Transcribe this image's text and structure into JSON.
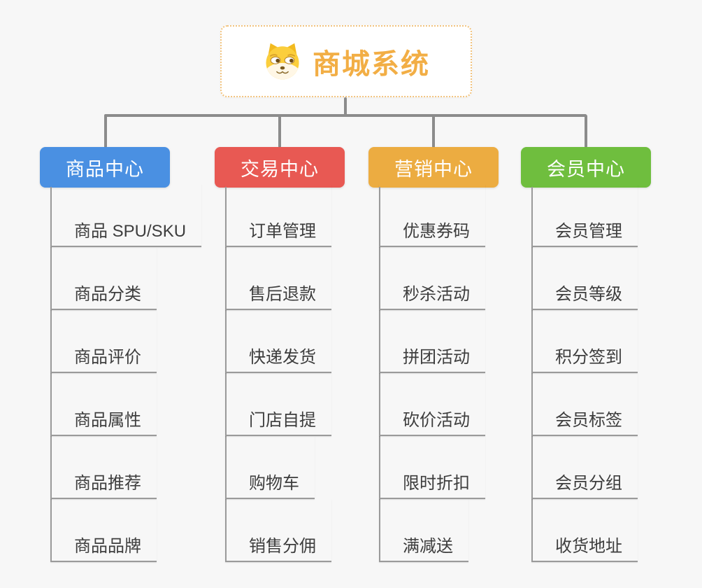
{
  "root": {
    "title": "商城系统",
    "icon": "dog-face-icon"
  },
  "colors": {
    "root_text": "#f2ae45",
    "root_border": "#f2c37d",
    "connector": "#8c8c8c",
    "item_text": "#3d3d3d",
    "underline": "#9a9a9a",
    "background": "#f7f7f7"
  },
  "branches": [
    {
      "label": "商品中心",
      "color": "#4a90e2",
      "items": [
        "商品 SPU/SKU",
        "商品分类",
        "商品评价",
        "商品属性",
        "商品推荐",
        "商品品牌"
      ]
    },
    {
      "label": "交易中心",
      "color": "#e85953",
      "items": [
        "订单管理",
        "售后退款",
        "快递发货",
        "门店自提",
        "购物车",
        "销售分佣"
      ]
    },
    {
      "label": "营销中心",
      "color": "#ecac41",
      "items": [
        "优惠券码",
        "秒杀活动",
        "拼团活动",
        "砍价活动",
        "限时折扣",
        "满减送"
      ]
    },
    {
      "label": "会员中心",
      "color": "#6fbe3e",
      "items": [
        "会员管理",
        "会员等级",
        "积分签到",
        "会员标签",
        "会员分组",
        "收货地址"
      ]
    }
  ]
}
